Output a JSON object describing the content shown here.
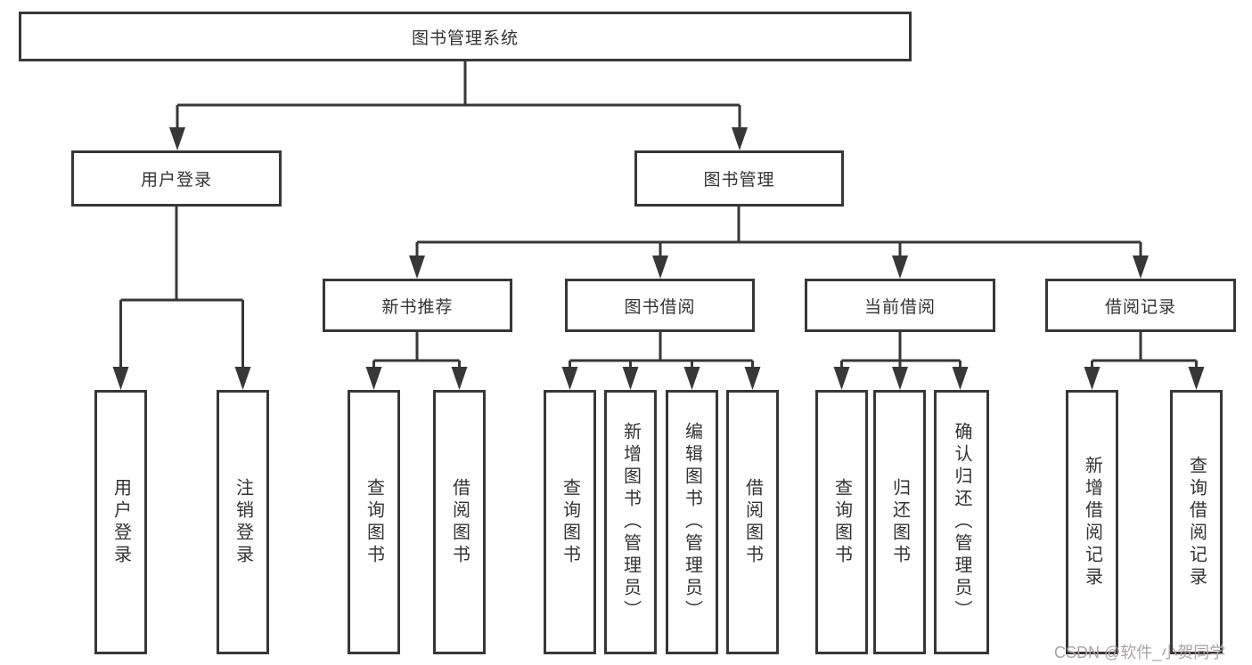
{
  "tree": {
    "root": {
      "label": "图书管理系统"
    },
    "children": [
      {
        "label": "用户登录",
        "children": [
          {
            "label": "用户登录"
          },
          {
            "label": "注销登录"
          }
        ]
      },
      {
        "label": "图书管理",
        "children": [
          {
            "label": "新书推荐",
            "children": [
              {
                "label": "查询图书"
              },
              {
                "label": "借阅图书"
              }
            ]
          },
          {
            "label": "图书借阅",
            "children": [
              {
                "label": "查询图书"
              },
              {
                "label": "新增图书（管理员）"
              },
              {
                "label": "编辑图书（管理员）"
              },
              {
                "label": "借阅图书"
              }
            ]
          },
          {
            "label": "当前借阅",
            "children": [
              {
                "label": "查询图书"
              },
              {
                "label": "归还图书"
              },
              {
                "label": "确认归还（管理员）"
              }
            ]
          },
          {
            "label": "借阅记录",
            "children": [
              {
                "label": "新增借阅记录"
              },
              {
                "label": "查询借阅记录"
              }
            ]
          }
        ]
      }
    ]
  },
  "watermark": {
    "text": "CSDN @软件_小贺同学"
  },
  "colors": {
    "line": "#373737",
    "text": "#333333",
    "watermark": "#a9a3a3"
  }
}
